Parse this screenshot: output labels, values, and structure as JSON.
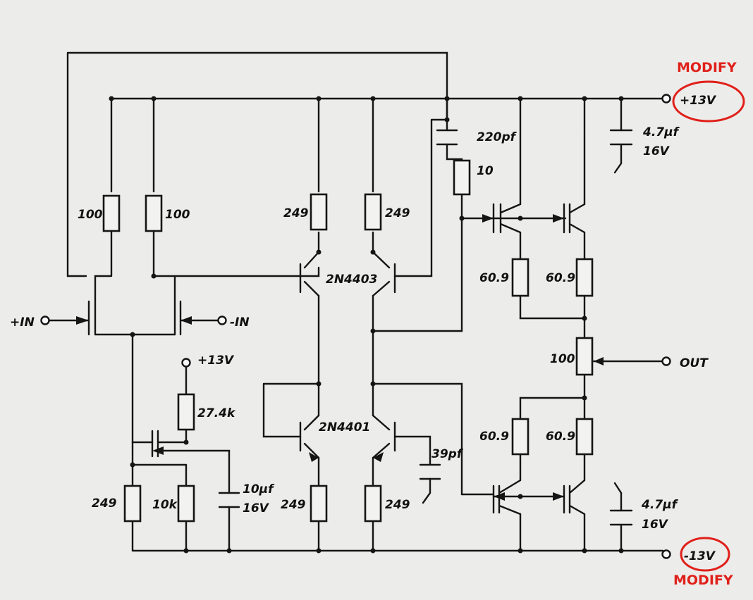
{
  "annotations": {
    "modify_top": "MODIFY",
    "modify_bottom": "MODIFY",
    "accent": "#e0201a"
  },
  "terminals": {
    "pos_supply": "+13V",
    "neg_supply": "-13V",
    "in_plus": "+IN",
    "in_minus": "-IN",
    "out": "OUT",
    "aux_supply": "+13V"
  },
  "resistors": {
    "r_in1": "100",
    "r_in2": "100",
    "r_c1": "249",
    "r_c2": "249",
    "r_cap_series": "10",
    "r_m1": "60.9",
    "r_m2": "60.9",
    "r_pot": "100",
    "r_m3": "60.9",
    "r_m4": "60.9",
    "r_bias": "27.4k",
    "r_s1": "249",
    "r_s2": "10k",
    "r_e1": "249",
    "r_e2": "249"
  },
  "capacitors": {
    "c_comp": "220pf",
    "c_top": "4.7µf",
    "c_top_v": "16V",
    "c_small": "39pf",
    "c_bias": "10µf",
    "c_bias_v": "16V",
    "c_bot": "4.7µf",
    "c_bot_v": "16V"
  },
  "transistors": {
    "pnp_pair": "2N4403",
    "npn_pair": "2N4401"
  }
}
